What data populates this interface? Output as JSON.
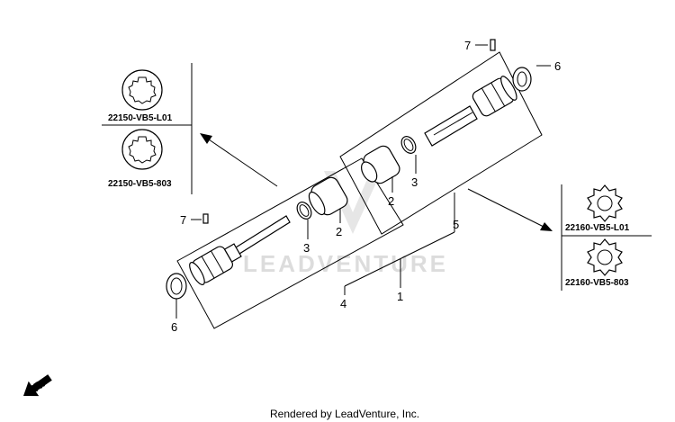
{
  "callouts": {
    "n1": "1",
    "n2a": "2",
    "n2b": "2",
    "n3a": "3",
    "n3b": "3",
    "n4": "4",
    "n5": "5",
    "n6a": "6",
    "n6b": "6",
    "n7a": "7",
    "n7b": "7"
  },
  "inset_left": {
    "part_top": "22150-VB5-L01",
    "part_bottom": "22150-VB5-803"
  },
  "inset_right": {
    "part_top": "22160-VB5-L01",
    "part_bottom": "22160-VB5-803"
  },
  "watermark": "LEADVENTURE",
  "direction_label": "FR.",
  "footer": "Rendered by LeadVenture, Inc."
}
